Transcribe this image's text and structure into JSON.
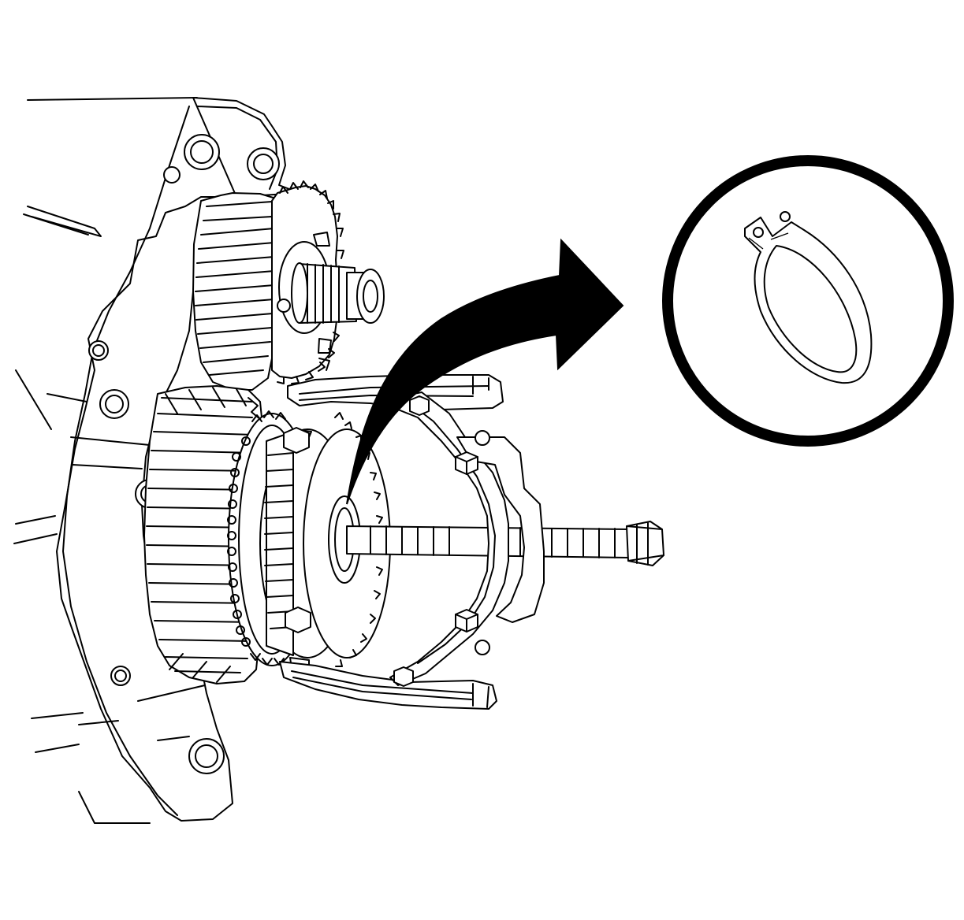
{
  "figure": {
    "description_visible_text": "",
    "colors": {
      "ink": "#000000",
      "paper": "#ffffff"
    },
    "components": [
      {
        "name": "transmission-case",
        "icon": "housing-icon"
      },
      {
        "name": "countershaft-gear",
        "icon": "helical-gear-icon"
      },
      {
        "name": "output-gear",
        "icon": "helical-gear-icon"
      },
      {
        "name": "synchronizer",
        "icon": "sync-ring-icon"
      },
      {
        "name": "bearing-puller",
        "icon": "puller-icon"
      },
      {
        "name": "forcing-screw",
        "icon": "screw-icon"
      },
      {
        "name": "removal-arrow",
        "icon": "curved-arrow-icon"
      },
      {
        "name": "snap-ring-detail",
        "icon": "snap-ring-icon"
      }
    ]
  }
}
